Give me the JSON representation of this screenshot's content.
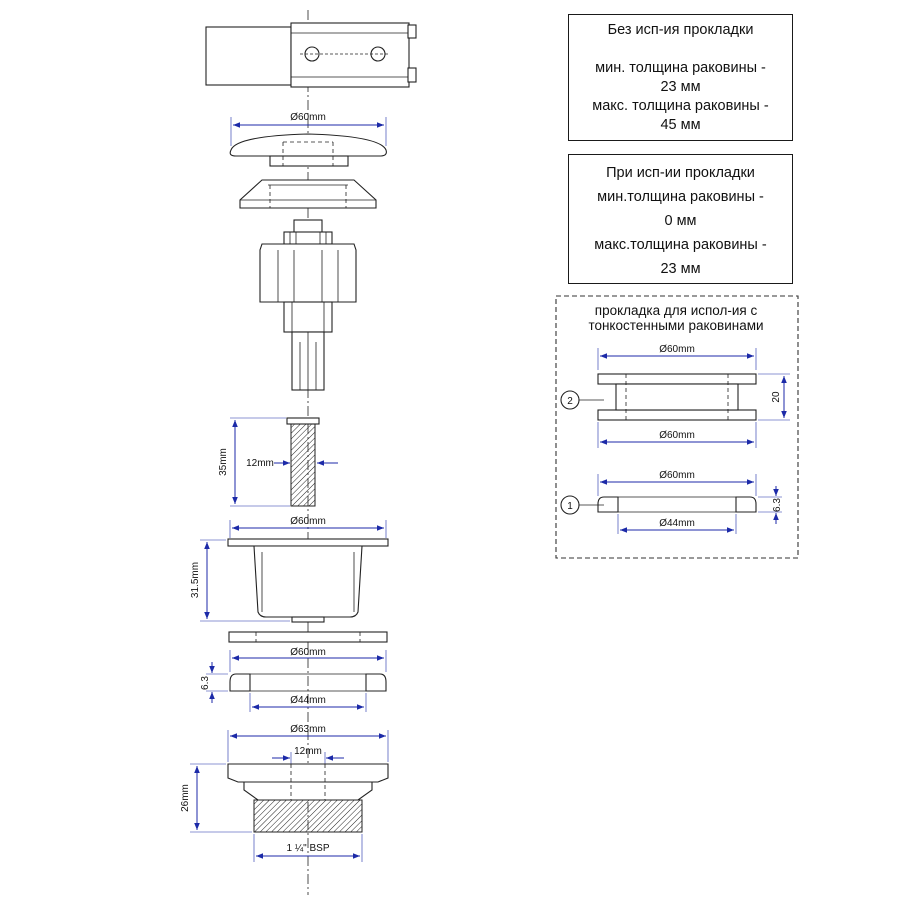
{
  "info_boxes": {
    "without_gasket": {
      "title": "Без исп-ия прокладки",
      "min_label": "мин. толщина раковины -",
      "min_value": "23 мм",
      "max_label": "макс. толщина раковины -",
      "max_value": "45 мм"
    },
    "with_gasket": {
      "title": "При исп-ии прокладки",
      "min_label": "мин.толщина раковины -",
      "min_value": "0 мм",
      "max_label": "макс.толщина раковины -",
      "max_value": "23 мм"
    }
  },
  "thin_sink_panel": {
    "title_line1": "прокладка для испол-ия с",
    "title_line2": "тонкостенными раковинами",
    "part2_callout": "2",
    "part2_top_dim": "Ø60mm",
    "part2_bottom_dim": "Ø60mm",
    "part2_height_dim": "20",
    "part1_callout": "1",
    "part1_top_dim": "Ø60mm",
    "part1_bottom_dim": "Ø44mm",
    "part1_height_dim": "6.3"
  },
  "main_dims": {
    "cap_diameter": "Ø60mm",
    "rod_length": "35mm",
    "rod_thread": "12mm",
    "body_diameter": "Ø60mm",
    "body_height": "31.5mm",
    "gasket_diameter": "Ø60mm",
    "gasket_height": "6.3",
    "gasket_inner": "Ø44mm",
    "nut_diameter": "Ø63mm",
    "nut_inner": "12mm",
    "nut_height": "26mm",
    "thread_size": "1 ¼\" BSP"
  },
  "colors": {
    "dimension_line": "#1c2aa8",
    "outline": "#222222"
  }
}
